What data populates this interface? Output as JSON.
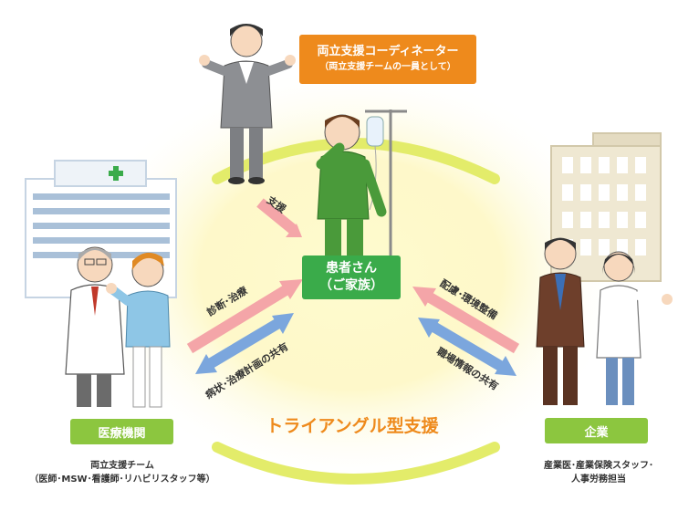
{
  "coordinator": {
    "title": "両立支援コーディネーター",
    "subtitle": "（両立支援チームの一員として）"
  },
  "patient": {
    "line1": "患者さん",
    "line2": "（ご家族）"
  },
  "arrows": {
    "support": "支援",
    "diagnosis": "診断･治療",
    "sharing_medical": "病状･治療計画の共有",
    "consideration": "配慮･環境整備",
    "sharing_work": "職場情報の共有"
  },
  "center_title": "トライアングル型支援",
  "medical": {
    "label": "医療機関",
    "desc1": "両立支援チーム",
    "desc2": "（医師･MSW･看護師･リハビリスタッフ等）"
  },
  "company": {
    "label": "企業",
    "desc1": "産業医･産業保険スタッフ･",
    "desc2": "人事労務担当"
  },
  "colors": {
    "orange": "#ee8a1c",
    "green": "#3aab4a",
    "lime": "#8cc63f",
    "pink_arrow": "#f4a5a8",
    "blue_arrow": "#7ba6dd",
    "ring": "#e3ec6a"
  }
}
